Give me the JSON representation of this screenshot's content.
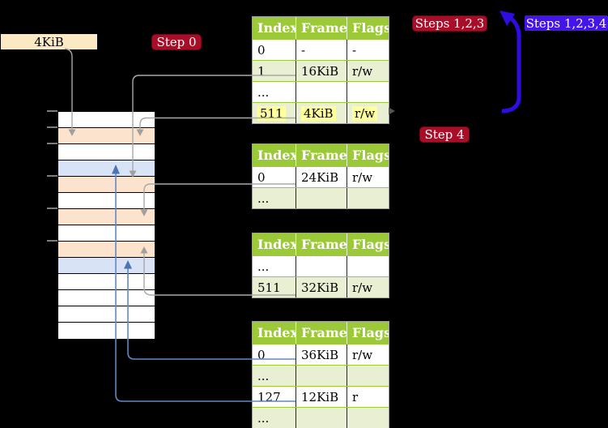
{
  "frame_box": {
    "label": "4KiB"
  },
  "badges": {
    "step0": "Step 0",
    "steps_123": "Steps 1,2,3",
    "steps_1234": "Steps 1,2,3,4",
    "step4": "Step 4"
  },
  "columns": [
    "Index",
    "Frame",
    "Flags"
  ],
  "tables": [
    {
      "name": "page-table-step0",
      "rows": [
        {
          "index": "0",
          "frame": "-",
          "flags": "-",
          "shaded": false,
          "highlight": false
        },
        {
          "index": "1",
          "frame": "16KiB",
          "flags": "r/w",
          "shaded": true,
          "highlight": false
        },
        {
          "index": "...",
          "frame": "",
          "flags": "",
          "shaded": false,
          "highlight": false
        },
        {
          "index": "511",
          "frame": "4KiB",
          "flags": "r/w",
          "shaded": true,
          "highlight": true
        }
      ]
    },
    {
      "name": "page-table-2",
      "rows": [
        {
          "index": "0",
          "frame": "24KiB",
          "flags": "r/w",
          "shaded": false,
          "highlight": false
        },
        {
          "index": "...",
          "frame": "",
          "flags": "",
          "shaded": true,
          "highlight": false
        }
      ]
    },
    {
      "name": "page-table-3",
      "rows": [
        {
          "index": "...",
          "frame": "",
          "flags": "",
          "shaded": false,
          "highlight": false
        },
        {
          "index": "511",
          "frame": "32KiB",
          "flags": "r/w",
          "shaded": true,
          "highlight": false
        }
      ]
    },
    {
      "name": "page-table-4",
      "rows": [
        {
          "index": "0",
          "frame": "36KiB",
          "flags": "r/w",
          "shaded": false,
          "highlight": false
        },
        {
          "index": "...",
          "frame": "",
          "flags": "",
          "shaded": true,
          "highlight": false
        },
        {
          "index": "127",
          "frame": "12KiB",
          "flags": "r",
          "shaded": false,
          "highlight": false
        },
        {
          "index": "...",
          "frame": "",
          "flags": "",
          "shaded": true,
          "highlight": false
        }
      ]
    }
  ],
  "memory_column": {
    "rows": [
      "white",
      "peach",
      "white",
      "blue",
      "peach",
      "white",
      "peach",
      "white",
      "peach",
      "blue",
      "white",
      "white",
      "white",
      "white"
    ]
  },
  "colors": {
    "table_header": "#9bc938",
    "table_row_shaded": "#e9efd3",
    "highlight": "#ffff9e",
    "frame_box": "#fbe9c4",
    "badge_red": "#a90d28",
    "badge_blue": "#4315e9",
    "arrow_blue_thick": "#2f0ce0",
    "connector_gray": "#a9a9a9",
    "connector_blue": "#6189c4",
    "mem_peach": "#fce3cd",
    "mem_blue": "#d8e4f5"
  }
}
